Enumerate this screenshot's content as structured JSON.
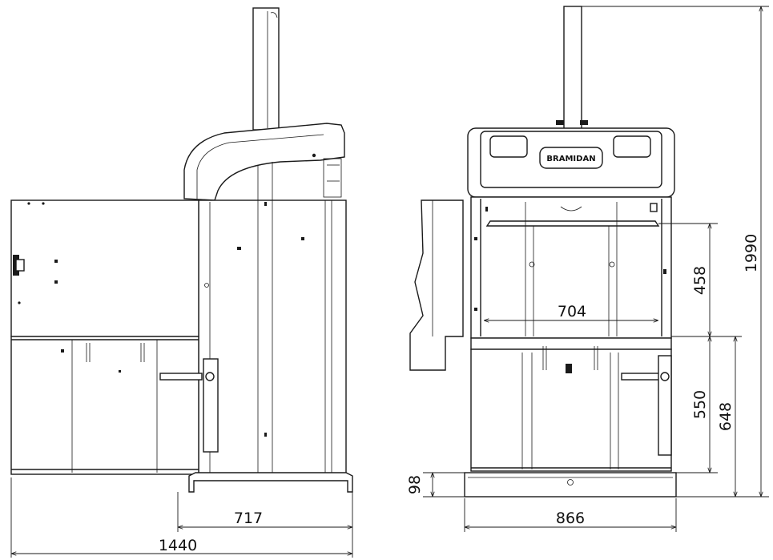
{
  "brand_mark": "BRAMIDAN",
  "dimensions": {
    "total_depth": "1440",
    "base_depth": "717",
    "base_width": "866",
    "inner_width": "704",
    "chamber_height": "458",
    "door_height": "550",
    "door_top_height": "648",
    "total_height": "1990",
    "base_height": "98"
  }
}
